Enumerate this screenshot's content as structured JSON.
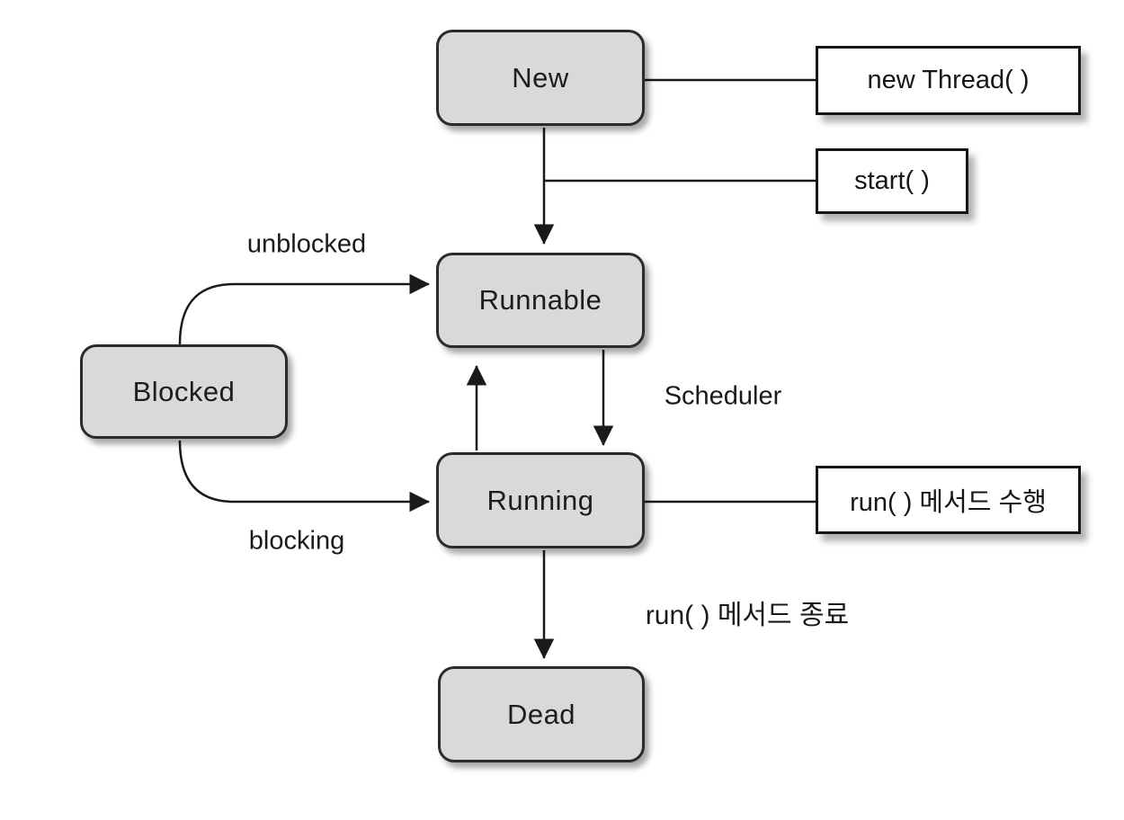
{
  "nodes": {
    "new": {
      "label": "New"
    },
    "runnable": {
      "label": "Runnable"
    },
    "blocked": {
      "label": "Blocked"
    },
    "running": {
      "label": "Running"
    },
    "dead": {
      "label": "Dead"
    }
  },
  "callouts": {
    "new_thread": {
      "label": "new Thread( )"
    },
    "start": {
      "label": "start( )"
    },
    "run_execute": {
      "label": "run( ) 메서드 수행"
    }
  },
  "edge_labels": {
    "unblocked": "unblocked",
    "blocking": "blocking",
    "scheduler": "Scheduler",
    "run_terminate": "run( ) 메서드 종료"
  },
  "transitions": [
    {
      "from": "New",
      "to": "Runnable",
      "label": ""
    },
    {
      "from": "Runnable",
      "to": "Running",
      "label": "Scheduler"
    },
    {
      "from": "Running",
      "to": "Runnable",
      "label": ""
    },
    {
      "from": "Blocked",
      "to": "Runnable",
      "label": "unblocked"
    },
    {
      "from": "Blocked",
      "to": "Running",
      "label": "blocking"
    },
    {
      "from": "Running",
      "to": "Dead",
      "label": "run( ) 메서드 종료"
    }
  ],
  "callout_links": [
    {
      "node": "New",
      "callout": "new Thread( )"
    },
    {
      "node": "New",
      "callout": "start( )"
    },
    {
      "node": "Running",
      "callout": "run( ) 메서드 수행"
    }
  ],
  "colors": {
    "state_fill": "#d9d9d9",
    "state_border": "#2b2b2b",
    "callout_fill": "#ffffff",
    "line": "#1a1a1a",
    "background": "#ffffff"
  }
}
